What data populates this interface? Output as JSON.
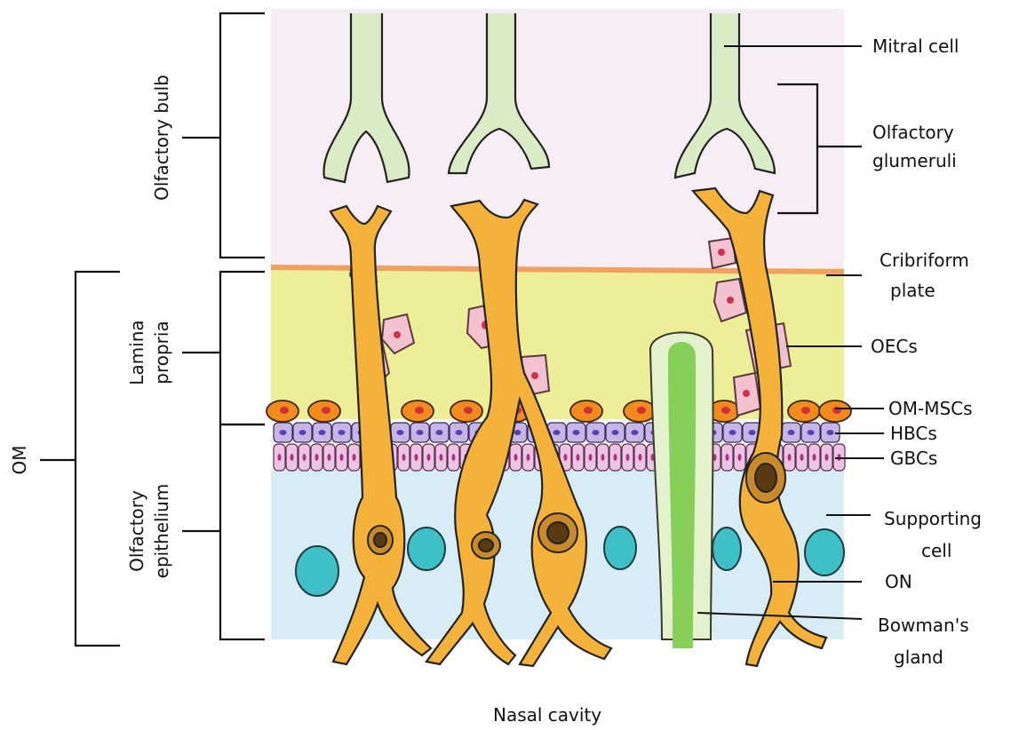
{
  "labels": {
    "mitral_cell": "Mitral cell",
    "olfactory_glumeruli_1": "Olfactory",
    "olfactory_glumeruli_2": "glumeruli",
    "cribriform_1": "Cribriform",
    "cribriform_2": "plate",
    "oecs": "OECs",
    "om_mscs": "OM-MSCs",
    "hbcs": "HBCs",
    "gbcs": "GBCs",
    "supporting_1": "Supporting",
    "supporting_2": "cell",
    "on": "ON",
    "bowman_1": "Bowman's",
    "bowman_2": "gland",
    "nasal_cavity": "Nasal cavity",
    "olfactory_bulb": "Olfactory bulb",
    "lamina_1": "Lamina",
    "lamina_2": "propria",
    "epithelium_1": "Olfactory",
    "epithelium_2": "epithelium",
    "om": "OM"
  },
  "colors": {
    "bulb_bg": "#f6eef4",
    "lamina_bg": "#eeee98",
    "epithelium_bg": "#d8ecf5",
    "cribriform": "#f0a060",
    "mitral": "#d9ecc6",
    "neuron": "#f4b23a",
    "oec": "#f3c2cf",
    "msc": "#f28a1e",
    "hbc": "#c7b5e6",
    "gbc": "#ecc3e3",
    "support_nucleus": "#3fbfc6",
    "gland": "#86d05a"
  }
}
